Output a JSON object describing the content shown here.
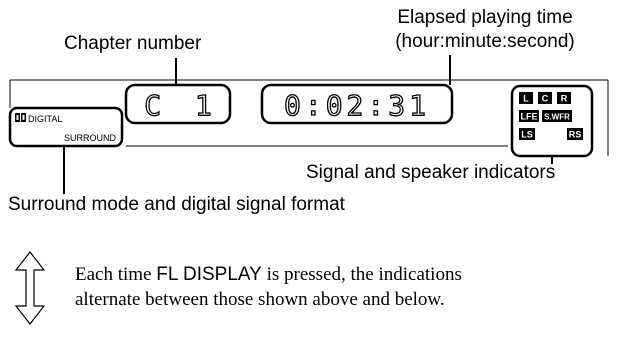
{
  "callouts": {
    "elapsed_line1": "Elapsed playing time",
    "elapsed_line2": "(hour:minute:second)",
    "chapter": "Chapter number",
    "signal": "Signal and speaker indicators",
    "surround": "Surround mode and digital signal format"
  },
  "display": {
    "chapter_value": "C  1",
    "time_value": "0:02:31",
    "format_line1": "DIGITAL",
    "format_line2": "SURROUND",
    "speakers": [
      "L",
      "C",
      "R",
      "LFE",
      "S.WFR",
      "LS",
      "RS"
    ]
  },
  "note": {
    "prefix": "Each time ",
    "button": "FL DISPLAY",
    "suffix": " is pressed, the indications",
    "line2": "alternate between those shown above and below."
  }
}
